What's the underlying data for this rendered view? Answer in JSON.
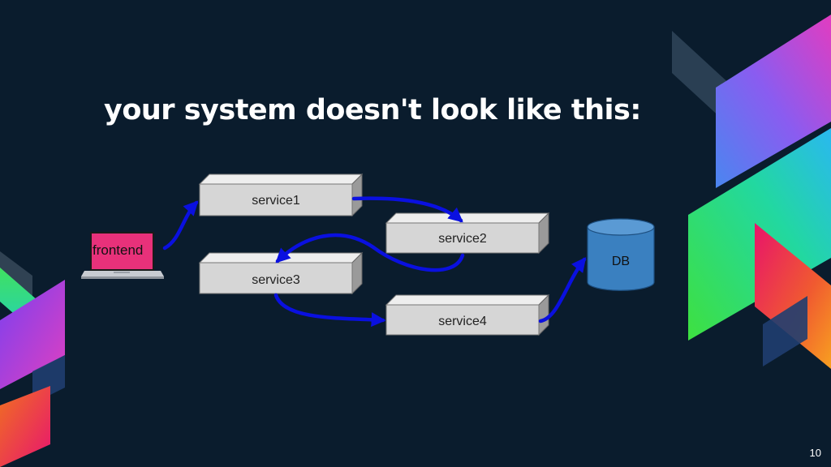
{
  "slide": {
    "title": "your system doesn't look like this:",
    "page_number": "10"
  },
  "diagram": {
    "nodes": {
      "frontend": "frontend",
      "service1": "service1",
      "service2": "service2",
      "service3": "service3",
      "service4": "service4",
      "db": "DB"
    },
    "edges": [
      {
        "from": "frontend",
        "to": "service1"
      },
      {
        "from": "service1",
        "to": "service2"
      },
      {
        "from": "service2",
        "to": "service3"
      },
      {
        "from": "service3",
        "to": "service4"
      },
      {
        "from": "service4",
        "to": "DB"
      }
    ]
  },
  "colors": {
    "background": "#0a1c2d",
    "arrow": "#0a10e0",
    "box_face": "#d6d6d6",
    "db": "#3b82c4",
    "laptop_screen": "#e8317a"
  }
}
